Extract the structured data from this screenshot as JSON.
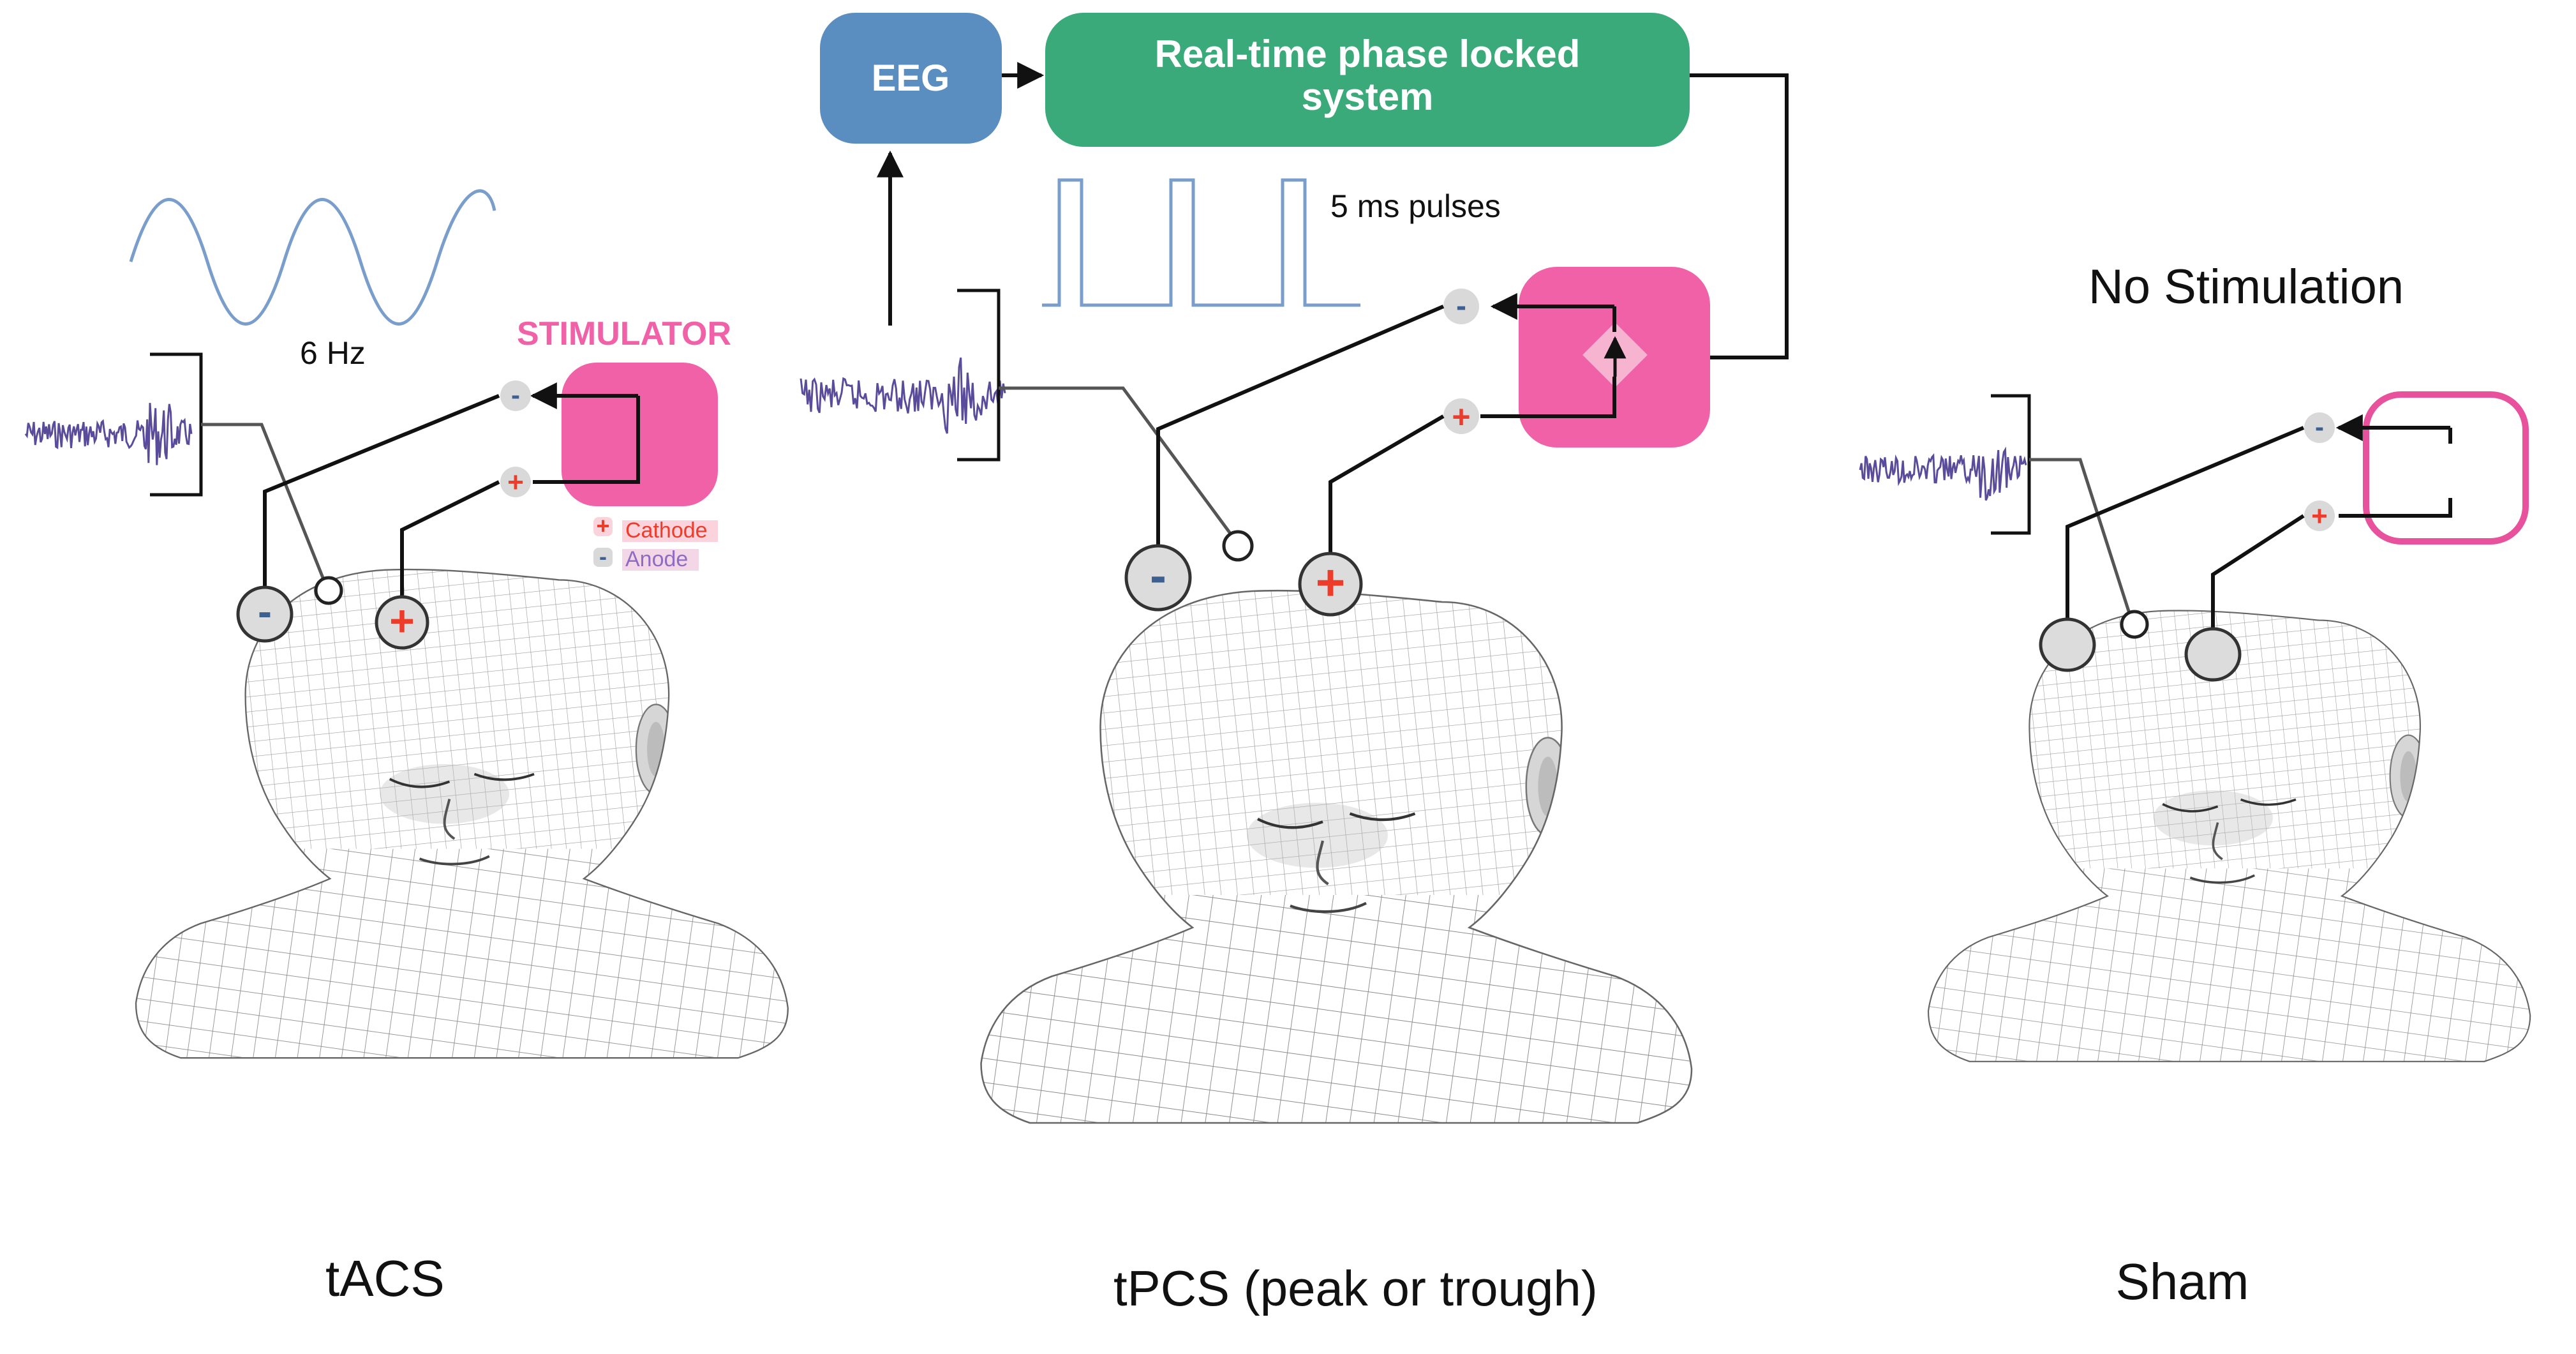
{
  "colors": {
    "eeg_box": "#5b8ec0",
    "phase_box": "#3aaa7a",
    "stimulator": "#f161a8",
    "sham_box_outline": "#e8529c",
    "wave": "#7a9ecb",
    "eeg_trace": "#5a4c9a",
    "wire": "#111111",
    "plus": "#ee3c2a",
    "minus": "#3e5f92",
    "electrode_fill": "#dcdcdc",
    "mesh": "#8a8a8a"
  },
  "icons": [
    "sine-wave-icon",
    "pulse-train-icon",
    "eeg-trace-icon",
    "head-mesh-icon",
    "electrode-icon",
    "arrow-icon",
    "phase-lock-icon"
  ],
  "tacs": {
    "freq_label": "6 Hz",
    "stimulator_label": "STIMULATOR",
    "legend_cathode": "Cathode",
    "legend_anode": "Anode",
    "legend_plus": "+",
    "legend_minus": "-",
    "caption": "tACS"
  },
  "tpcs": {
    "eeg_label": "EEG",
    "phase_label_line1": "Real-time phase locked",
    "phase_label_line2": "system",
    "pulse_label": "5 ms pulses",
    "caption": "tPCS  (peak or trough)"
  },
  "sham": {
    "title": "No Stimulation",
    "caption": "Sham"
  },
  "signs": {
    "plus": "+",
    "minus": "-"
  }
}
